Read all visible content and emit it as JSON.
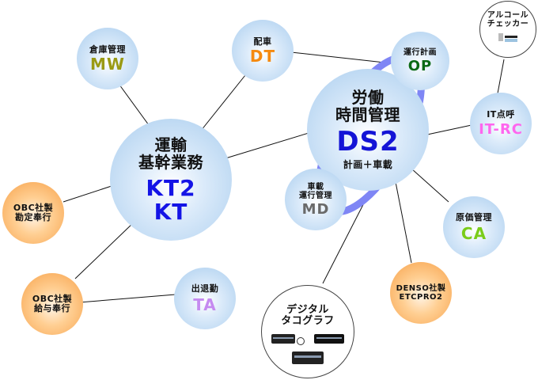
{
  "diagram": {
    "nodes": {
      "kt": {
        "title_lines": [
          "運輸",
          "基幹業務"
        ],
        "codes": [
          "KT2",
          "KT"
        ],
        "code_color": "#1414e6"
      },
      "ds2": {
        "title_lines": [
          "労働",
          "時間管理"
        ],
        "code": "DS2",
        "subtitle": "計画＋車載",
        "code_color": "#1414d6"
      },
      "mw": {
        "title": "倉庫管理",
        "code": "MW",
        "code_color": "#9a9a14"
      },
      "dt": {
        "title": "配車",
        "code": "DT",
        "code_color": "#f58a10"
      },
      "op": {
        "title": "運行計画",
        "code": "OP",
        "code_color": "#0c6a14"
      },
      "itrc": {
        "title": "IT点呼",
        "code": "IT-RC",
        "code_color": "#ff66ee"
      },
      "md": {
        "title_lines": [
          "車載",
          "運行管理"
        ],
        "code": "MD",
        "code_color": "#6a6a6a"
      },
      "ca": {
        "title": "原価管理",
        "code": "CA",
        "code_color": "#7acc1a"
      },
      "ta": {
        "title": "出退勤",
        "code": "TA",
        "code_color": "#c58af0"
      },
      "alcohol": {
        "title_lines": [
          "アルコール",
          "チェッカー"
        ],
        "icon": "alcohol-checker-icon"
      },
      "tacho": {
        "title_lines": [
          "デジタル",
          "タコグラフ"
        ],
        "icon": "digital-tachograph-devices-icon"
      },
      "obc_kanjo": {
        "title_lines": [
          "OBC社製",
          "勘定奉行"
        ]
      },
      "obc_kyuyo": {
        "title_lines": [
          "OBC社製",
          "給与奉行"
        ]
      },
      "denso": {
        "title_lines": [
          "DENSO社製",
          "ETCPRO2"
        ]
      }
    },
    "edges": [
      [
        "kt",
        "mw"
      ],
      [
        "kt",
        "dt"
      ],
      [
        "kt",
        "ds2"
      ],
      [
        "kt",
        "obc_kanjo"
      ],
      [
        "kt",
        "obc_kyuyo"
      ],
      [
        "obc_kyuyo",
        "ta"
      ],
      [
        "dt",
        "op"
      ],
      [
        "ds2",
        "itrc"
      ],
      [
        "itrc",
        "alcohol"
      ],
      [
        "ds2",
        "ca"
      ],
      [
        "ds2",
        "denso"
      ],
      [
        "ds2",
        "tacho"
      ]
    ],
    "ring_color": "#7f86f5"
  }
}
